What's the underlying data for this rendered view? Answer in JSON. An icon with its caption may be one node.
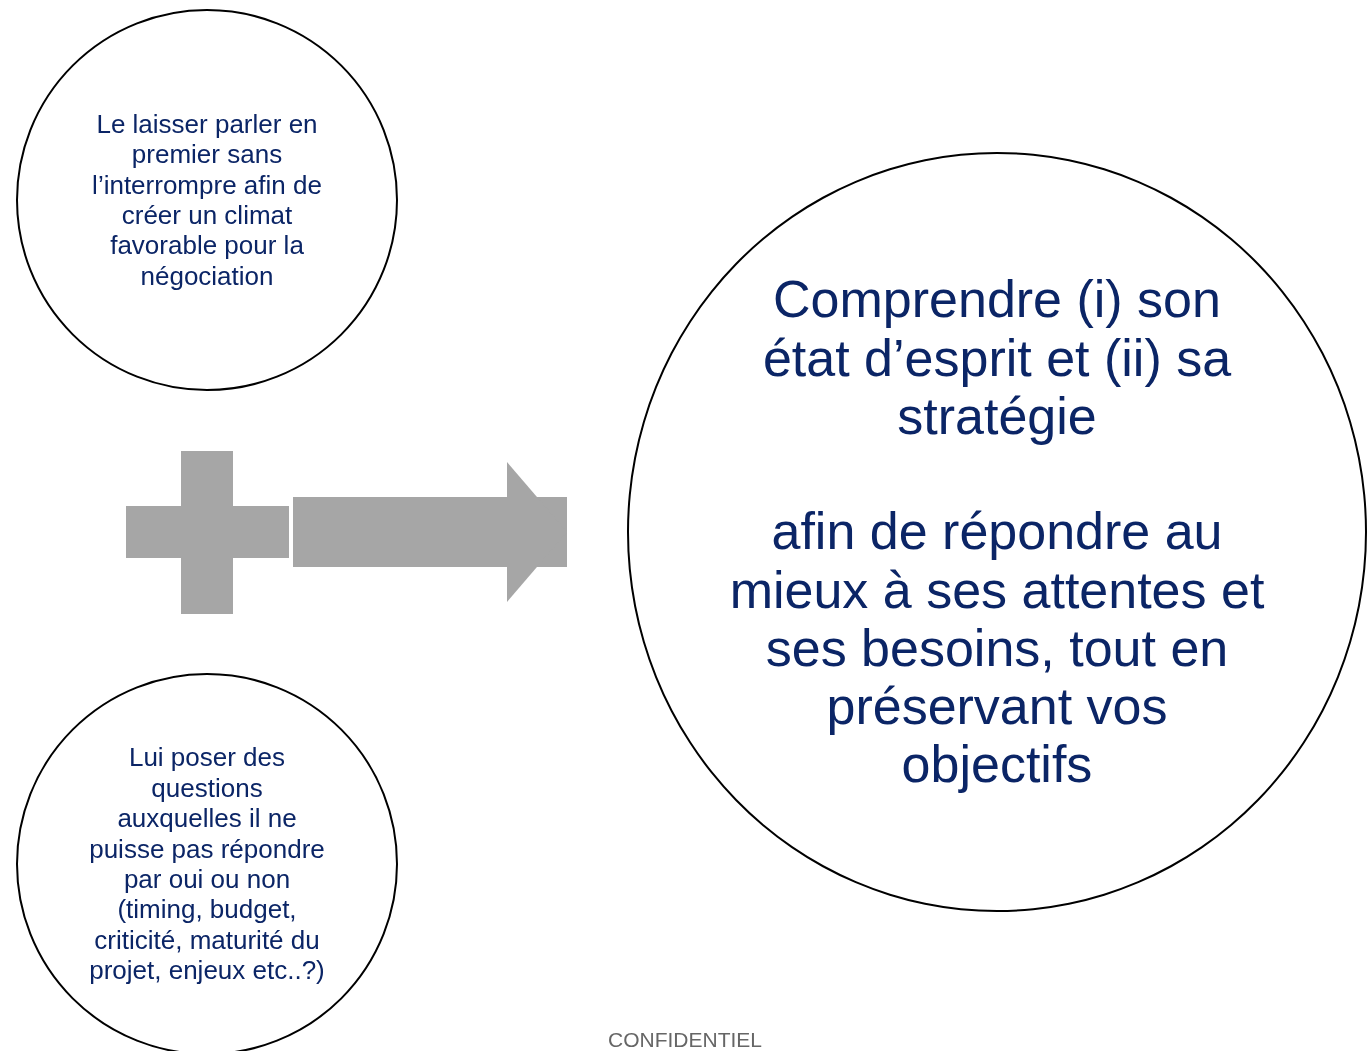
{
  "diagram": {
    "nodes": [
      {
        "text": [
          "Le laisser parler en premier sans l’interrompre afin de créer un climat favorable pour la négociation"
        ]
      },
      {
        "text": [],
        "shape": "cross"
      },
      {
        "text": [
          "Lui poser des questions auxquelles il ne puisse pas répondre par oui ou non (timing, budget, criticité, maturité du projet, enjeux etc..?)"
        ]
      },
      {
        "text": [
          "Comprendre (i) son état d’esprit et (ii) sa stratégie",
          "afin de répondre au mieux à ses attentes et ses besoins, tout en préservant vos objectifs"
        ]
      }
    ],
    "edges": [
      {
        "from": 1,
        "to": 3,
        "arrow": "to",
        "color": "#a6a6a6"
      }
    ],
    "labels": [
      "CONFIDENTIEL"
    ]
  }
}
